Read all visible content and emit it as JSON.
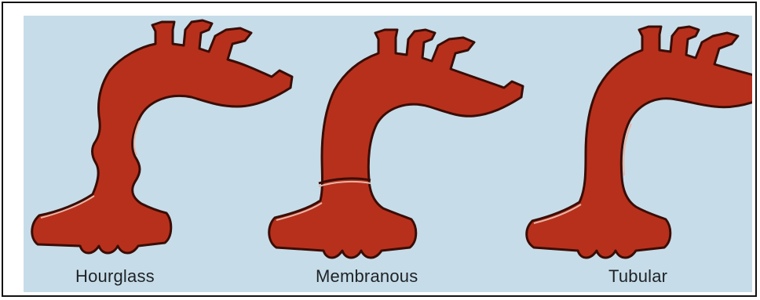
{
  "labels": {
    "hourglass": "Hourglass",
    "membranous": "Membranous",
    "tubular": "Tubular"
  },
  "colors": {
    "background": "#c6dde9",
    "vessel_fill": "#b7301c",
    "vessel_outline": "#3a0d06",
    "vessel_rim": "#e7b6a6",
    "label_text": "#1f2226"
  }
}
